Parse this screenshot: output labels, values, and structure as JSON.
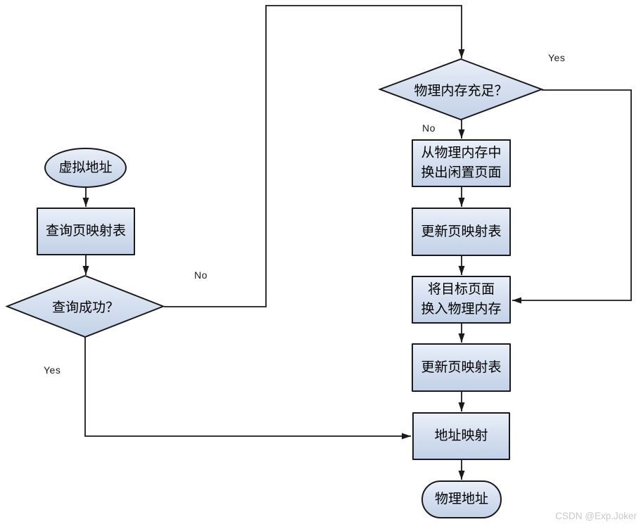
{
  "diagram": {
    "title_hint": "virtual-to-physical address translation flowchart",
    "nodes": {
      "virtual_address": {
        "label": "虚拟地址",
        "type": "terminator"
      },
      "query_page_table": {
        "label": "查询页映射表",
        "type": "process"
      },
      "query_success": {
        "label": "查询成功？",
        "type": "decision"
      },
      "memory_sufficient": {
        "label": "物理内存充足？",
        "type": "decision"
      },
      "swap_out_idle_page": {
        "label": "从物理内存中\n换出闲置页面",
        "type": "process"
      },
      "update_page_table_1": {
        "label": "更新页映射表",
        "type": "process"
      },
      "swap_in_target_page": {
        "label": "将目标页面\n换入物理内存",
        "type": "process"
      },
      "update_page_table_2": {
        "label": "更新页映射表",
        "type": "process"
      },
      "address_mapping": {
        "label": "地址映射",
        "type": "process"
      },
      "physical_address": {
        "label": "物理地址",
        "type": "terminator"
      }
    },
    "edge_labels": {
      "query_success_no": "No",
      "query_success_yes": "Yes",
      "memory_sufficient_yes": "Yes",
      "memory_sufficient_no": "No"
    },
    "watermark": "CSDN @Exp.Joker",
    "colors": {
      "shape_fill_top": "#eaf0f9",
      "shape_fill_bottom": "#c3d2e8",
      "shape_border": "#1a1a1a",
      "connector": "#1a1a1a",
      "text": "#000000",
      "watermark": "#c9c9c9"
    }
  }
}
